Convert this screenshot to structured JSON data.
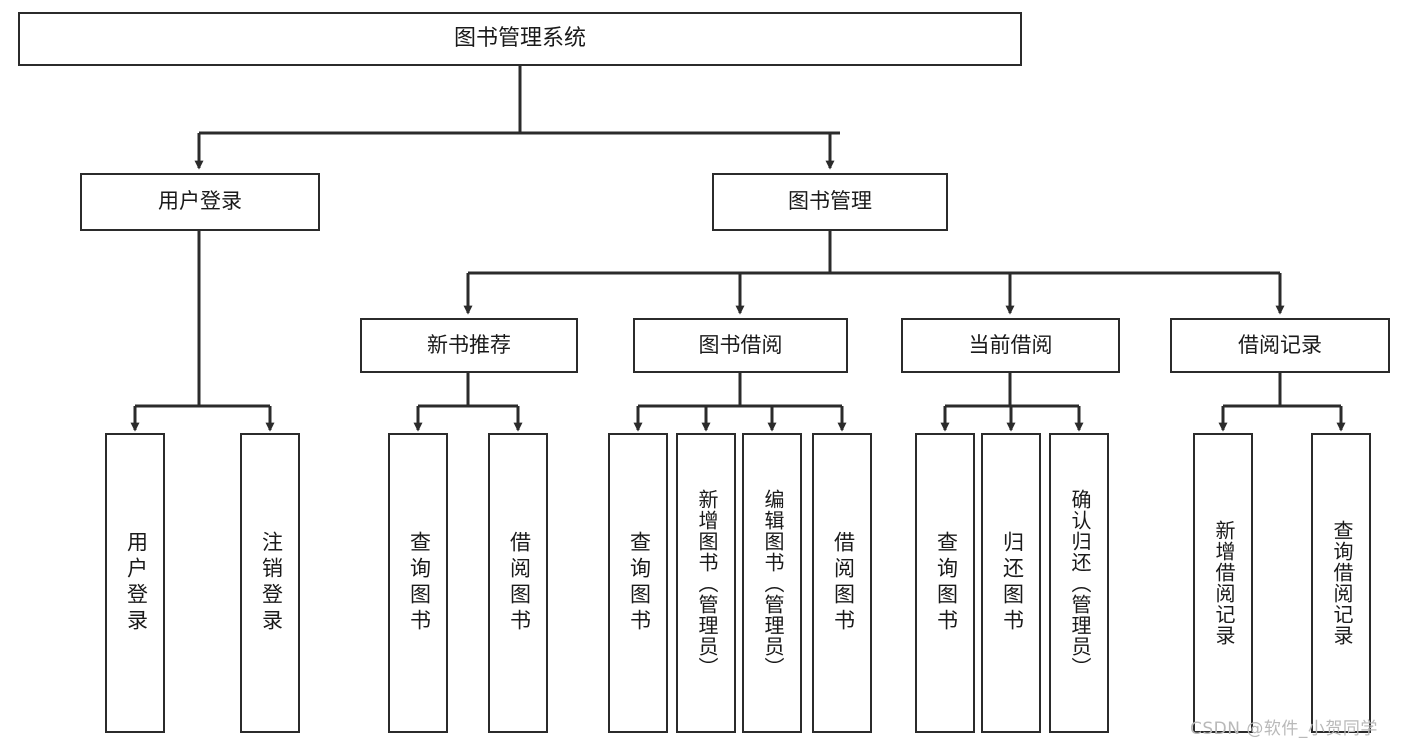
{
  "diagram": {
    "type": "tree",
    "title": "图书管理系统",
    "watermark": "CSDN @软件_小贺同学",
    "colors": {
      "box_border": "#2b2b2b",
      "box_fill": "#ffffff",
      "edge": "#2b2b2b",
      "text": "#1a1a1a",
      "watermark": "#b9b9b9",
      "background": "#ffffff"
    },
    "nodes": {
      "root": {
        "label": "图书管理系统"
      },
      "level1": [
        {
          "id": "user-login",
          "label": "用户登录"
        },
        {
          "id": "book-manage",
          "label": "图书管理"
        }
      ],
      "level2": [
        {
          "id": "new-book-rec",
          "label": "新书推荐"
        },
        {
          "id": "book-borrow",
          "label": "图书借阅"
        },
        {
          "id": "current-borrow",
          "label": "当前借阅"
        },
        {
          "id": "borrow-record",
          "label": "借阅记录"
        }
      ],
      "leaves": {
        "user-login": [
          {
            "id": "leaf-user-login",
            "label": "用户登录"
          },
          {
            "id": "leaf-logout-login",
            "label": "注销登录"
          }
        ],
        "new-book-rec": [
          {
            "id": "leaf-query-book-1",
            "label": "查询图书"
          },
          {
            "id": "leaf-borrow-book-1",
            "label": "借阅图书"
          }
        ],
        "book-borrow": [
          {
            "id": "leaf-query-book-2",
            "label": "查询图书"
          },
          {
            "id": "leaf-add-book-admin",
            "label": "新增图书（管理员）"
          },
          {
            "id": "leaf-edit-book-admin",
            "label": "编辑图书（管理员）"
          },
          {
            "id": "leaf-borrow-book-2",
            "label": "借阅图书"
          }
        ],
        "current-borrow": [
          {
            "id": "leaf-query-book-3",
            "label": "查询图书"
          },
          {
            "id": "leaf-return-book",
            "label": "归还图书"
          },
          {
            "id": "leaf-confirm-return-admin",
            "label": "确认归还（管理员）"
          }
        ],
        "borrow-record": [
          {
            "id": "leaf-add-borrow-record",
            "label": "新增借阅记录"
          },
          {
            "id": "leaf-query-borrow-record",
            "label": "查询借阅记录"
          }
        ]
      }
    }
  }
}
